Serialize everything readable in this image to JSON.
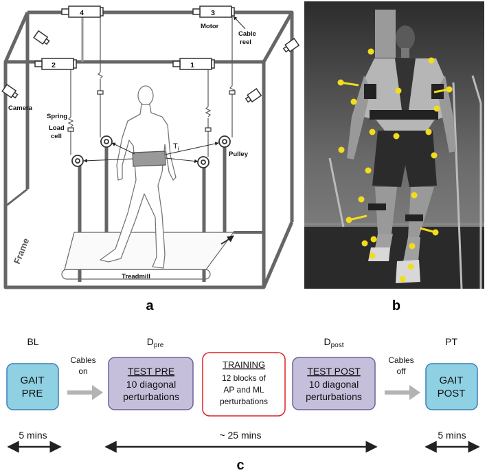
{
  "panel_a": {
    "letter": "a",
    "motors": [
      "1",
      "2",
      "3",
      "4"
    ],
    "labels": {
      "motor": "Motor",
      "cable_reel_1": "Cable",
      "cable_reel_2": "reel",
      "camera": "Camera",
      "spring": "Spring",
      "load_1": "Load",
      "load_2": "cell",
      "pulley": "Pulley",
      "tension": "T",
      "tension_sub": "i",
      "frame": "Frame",
      "treadmill": "Treadmill"
    }
  },
  "panel_b": {
    "letter": "b",
    "marker_color": "#f3dc1c"
  },
  "panel_c": {
    "letter": "c",
    "phases": {
      "bl": "BL",
      "d_pre": "D",
      "d_pre_sub": "pre",
      "d_post": "D",
      "d_post_sub": "post",
      "pt": "PT"
    },
    "boxes": {
      "gait_pre_1": "GAIT",
      "gait_pre_2": "PRE",
      "test_pre_title": "TEST PRE",
      "test_pre_1": "10 diagonal",
      "test_pre_2": "perturbations",
      "training_title": "TRAINING",
      "training_1": "12 blocks of",
      "training_2": "AP and ML",
      "training_3": "perturbations",
      "test_post_title": "TEST POST",
      "test_post_1": "10 diagonal",
      "test_post_2": "perturbations",
      "gait_post_1": "GAIT",
      "gait_post_2": "POST"
    },
    "transitions": {
      "cables_on_1": "Cables",
      "cables_on_2": "on",
      "cables_off_1": "Cables",
      "cables_off_2": "off"
    },
    "durations": {
      "left": "5 mins",
      "middle": "~ 25 mins",
      "right": "5 mins"
    },
    "colors": {
      "gait_fill": "#8fd0e3",
      "gait_stroke": "#3a7fb8",
      "test_fill": "#c6bfdc",
      "test_stroke": "#6a6396",
      "training_stroke": "#e02020",
      "arrow_gray": "#b3b3b3"
    }
  }
}
